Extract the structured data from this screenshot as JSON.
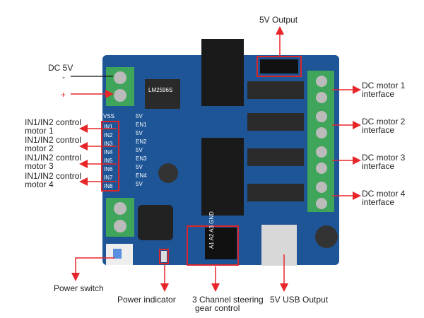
{
  "labels": {
    "top_output": "5V Output",
    "dc_in": "DC 5V",
    "minus": "-",
    "plus": "+",
    "in_controls": [
      {
        "line1": "IN1/IN2 control",
        "line2": "motor 1"
      },
      {
        "line1": "IN1/IN2 control",
        "line2": "motor 2"
      },
      {
        "line1": "IN1/IN2 control",
        "line2": "motor 3"
      },
      {
        "line1": "IN1/IN2 control",
        "line2": "motor 4"
      }
    ],
    "motors": [
      {
        "line1": "DC motor 1",
        "line2": "interface"
      },
      {
        "line1": "DC motor 2",
        "line2": "interface"
      },
      {
        "line1": "DC motor 3",
        "line2": "interface"
      },
      {
        "line1": "DC motor 4",
        "line2": "interface"
      }
    ],
    "power_switch": "Power switch",
    "power_indicator": "Power indicator",
    "servo_line1": "3 Channel steering",
    "servo_line2": "gear control",
    "usb_output": "5V USB Output"
  },
  "board_silkscreen": {
    "in_pins": [
      "IN1",
      "IN2",
      "IN3",
      "IN4",
      "IN5",
      "IN6",
      "IN7",
      "IN8"
    ],
    "en_pins": [
      "5V",
      "EN1",
      "5V",
      "EN2",
      "5V",
      "EN3",
      "5V",
      "EN4",
      "5V"
    ],
    "vss": "VSS",
    "servo_pins": "A1 A2 A3 GND",
    "chip": "LM2596S"
  },
  "colors": {
    "board": "#1d5596",
    "terminal": "#3fa55a",
    "arrow": "#e8262a",
    "highlight": "#d9262a"
  }
}
